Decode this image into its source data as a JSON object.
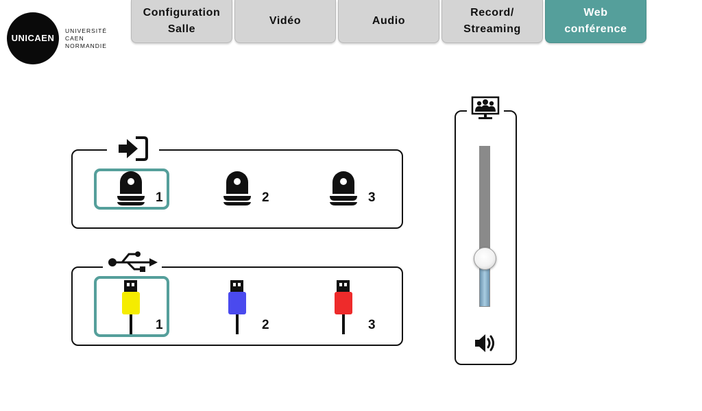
{
  "logo": {
    "mark": "UNICAEN",
    "lines": [
      "UNIVERSITÉ",
      "CAEN",
      "NORMANDIE"
    ]
  },
  "tabs": [
    {
      "label": "Configuration\nSalle",
      "active": false
    },
    {
      "label": "Vidéo",
      "active": false
    },
    {
      "label": "Audio",
      "active": false
    },
    {
      "label": "Record/\nStreaming",
      "active": false
    },
    {
      "label": "Web\nconférence",
      "active": true
    }
  ],
  "input_panel": {
    "icon": "input-arrow-icon",
    "cameras": [
      {
        "number": "1",
        "selected": true,
        "icon": "ptz-camera-icon"
      },
      {
        "number": "2",
        "selected": false,
        "icon": "ptz-camera-icon"
      },
      {
        "number": "3",
        "selected": false,
        "icon": "ptz-camera-icon"
      }
    ]
  },
  "usb_panel": {
    "icon": "usb-icon",
    "ports": [
      {
        "number": "1",
        "selected": true,
        "color": "#f5ec00",
        "icon": "usb-plug-icon"
      },
      {
        "number": "2",
        "selected": false,
        "color": "#4a4aee",
        "icon": "usb-plug-icon"
      },
      {
        "number": "3",
        "selected": false,
        "color": "#ee2b2b",
        "icon": "usb-plug-icon"
      }
    ]
  },
  "volume": {
    "top_icon": "video-conference-icon",
    "bottom_icon": "speaker-icon",
    "level": 0.3
  },
  "colors": {
    "accent": "#559f9b",
    "tab_bg": "#d4d4d4"
  }
}
